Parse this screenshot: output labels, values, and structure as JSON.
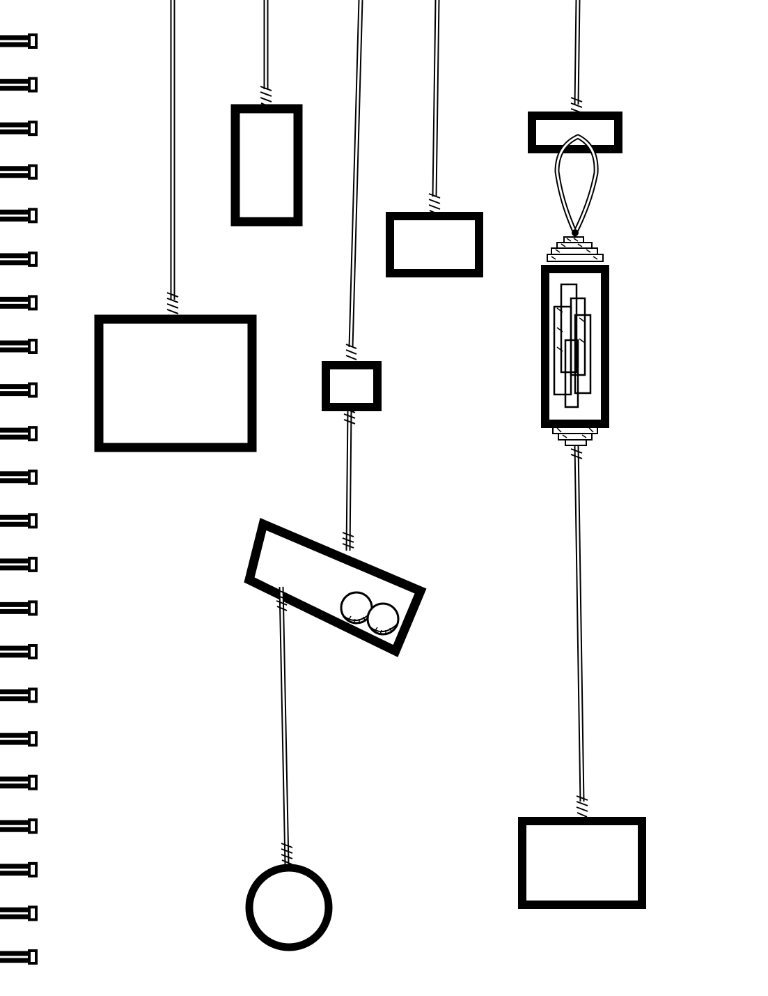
{
  "artwork": {
    "kind": "pen-and-ink sketchbook drawing",
    "colors": {
      "paper": "#ffffff",
      "ink": "#000000",
      "string": "#ffffff"
    },
    "binding": {
      "type": "spiral-binding",
      "ring_count": 22
    },
    "elements": [
      {
        "name": "hanging-rectangle-small-upper",
        "shape": "rectangle"
      },
      {
        "name": "hanging-rectangle-large-left",
        "shape": "rectangle"
      },
      {
        "name": "hanging-square-small-center",
        "shape": "square"
      },
      {
        "name": "hanging-rectangle-center-right",
        "shape": "rectangle"
      },
      {
        "name": "tilted-box-with-two-balls",
        "shape": "tilted rectangle",
        "contents": "two balls"
      },
      {
        "name": "hanging-ring",
        "shape": "circle"
      },
      {
        "name": "crossbar-top-right",
        "shape": "rectangle"
      },
      {
        "name": "lantern-pendant",
        "shape": "cylinder with inner plates"
      },
      {
        "name": "hanging-rectangle-bottom-right",
        "shape": "rectangle"
      }
    ]
  }
}
